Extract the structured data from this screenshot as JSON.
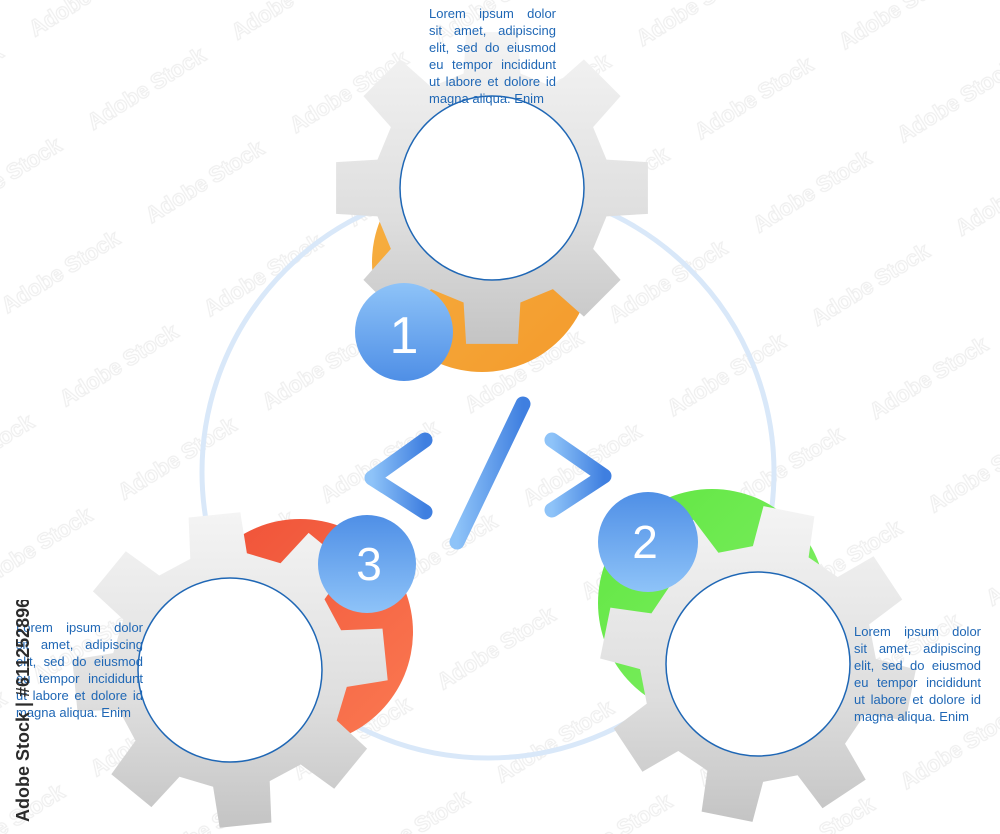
{
  "steps": [
    {
      "number": "1",
      "color": "#f5a235",
      "text_lines": [
        "Lorem ipsum dolor",
        "sit amet, adipiscing",
        "elit, sed do eiusmod",
        "eu tempor incididunt",
        "ut labore et dolore id",
        "magna aliqua. Enim"
      ]
    },
    {
      "number": "2",
      "color": "#6ae84b",
      "text_lines": [
        "Lorem ipsum dolor",
        "sit amet, adipiscing",
        "elit, sed do eiusmod",
        "eu tempor incididunt",
        "ut labore et dolore id",
        "magna aliqua. Enim"
      ]
    },
    {
      "number": "3",
      "color": "#f0583a",
      "text_lines": [
        "Lorem ipsum dolor",
        "sit amet, adipiscing",
        "elit, sed do eiusmod",
        "eu tempor incididunt",
        "ut labore et dolore id",
        "magna aliqua. Enim"
      ]
    }
  ],
  "center_symbol": "code-brackets",
  "colors": {
    "text": "#1f67b5",
    "badge": "#5f9fe8",
    "ring": "#d6e6f8",
    "gear": "#dcdcdc"
  },
  "watermark": {
    "side_text": "Adobe Stock | #611252896",
    "tile_text": "Adobe Stock"
  }
}
